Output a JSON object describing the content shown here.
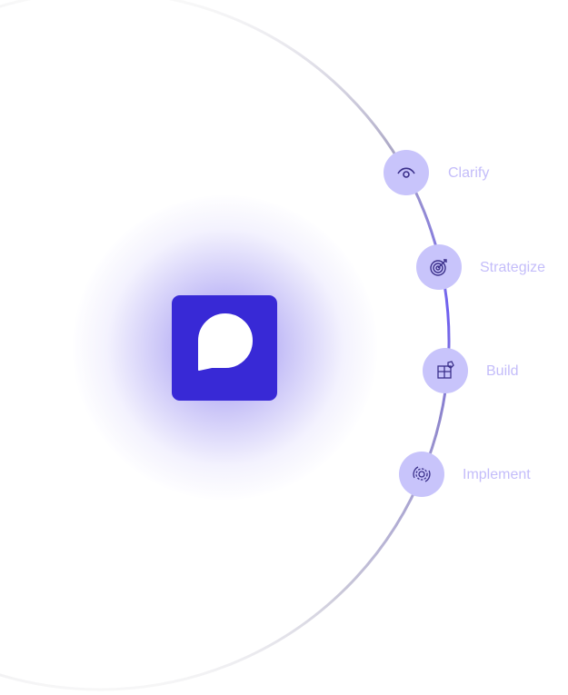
{
  "steps": [
    {
      "label": "Clarify",
      "icon": "eye-icon"
    },
    {
      "label": "Strategize",
      "icon": "target-icon"
    },
    {
      "label": "Build",
      "icon": "puzzle-icon"
    },
    {
      "label": "Implement",
      "icon": "gear-cycle-icon"
    }
  ],
  "colors": {
    "brand": "#3829d6",
    "node": "#c8c4fb",
    "label": "#c4bdfa",
    "arc": "#7b6fe6"
  }
}
